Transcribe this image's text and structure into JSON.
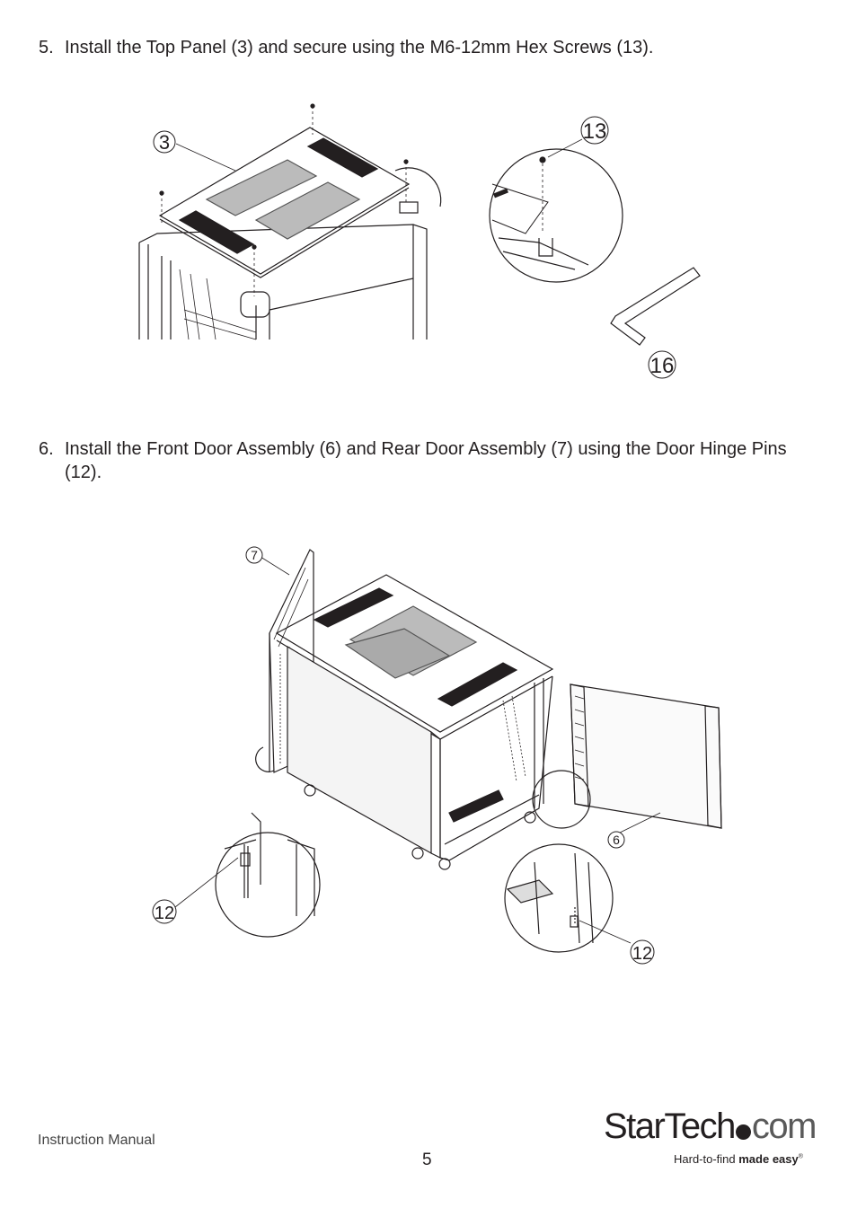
{
  "steps": [
    {
      "number": "5.",
      "text": "Install the Top Panel (3) and secure using the M6-12mm Hex Screws (13)."
    },
    {
      "number": "6.",
      "text": "Install the Front Door Assembly (6) and Rear Door Assembly (7) using the Door Hinge Pins (12)."
    }
  ],
  "figure1": {
    "callouts": [
      "3",
      "13",
      "16"
    ]
  },
  "figure2": {
    "callouts": [
      "7",
      "6",
      "12",
      "12"
    ]
  },
  "footer": {
    "left": "Instruction Manual",
    "page": "5",
    "logo": {
      "word_a": "StarTech",
      "word_b": "com",
      "tagline_a": "Hard-to-find ",
      "tagline_b": "made easy",
      "mark": "®"
    }
  }
}
